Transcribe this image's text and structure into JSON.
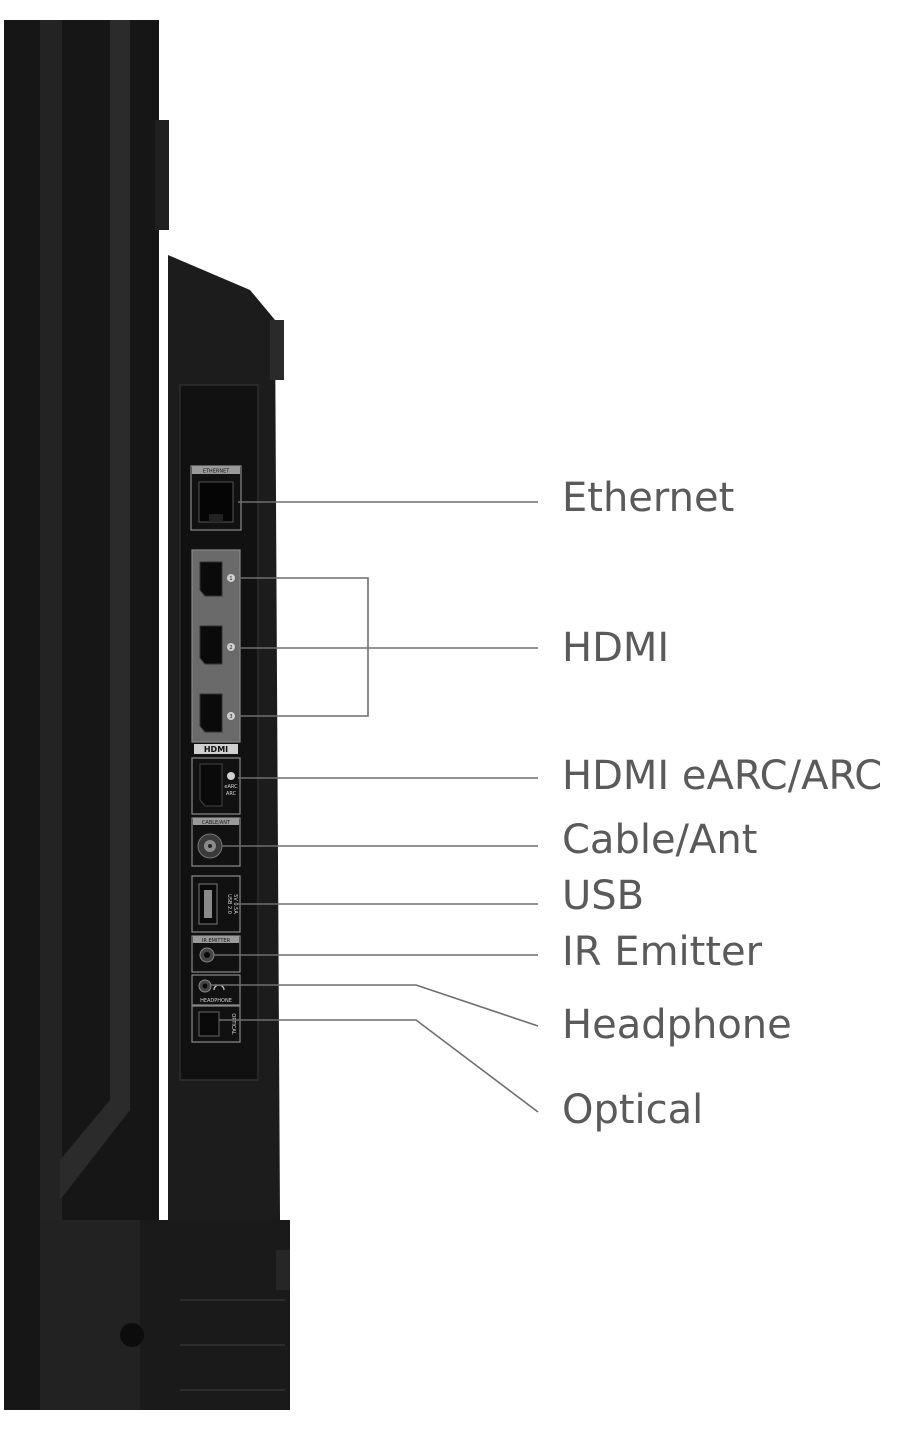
{
  "labels": {
    "ethernet": "Ethernet",
    "hdmi": "HDMI",
    "hdmi_earc": "HDMI eARC/ARC",
    "cable_ant": "Cable/Ant",
    "usb": "USB",
    "ir_emitter": "IR Emitter",
    "headphone": "Headphone",
    "optical": "Optical"
  },
  "panel_text": {
    "ethernet": "ETHERNET",
    "hdmi_logo": "HDMI",
    "earc": "eARC",
    "arc": "ARC",
    "cable_ant": "CABLE/ANT",
    "usb": "USB 2.0",
    "usb_power": "5V 0.5A",
    "ir_emitter": "IR EMITTER",
    "headphone": "HEADPHONE",
    "optical": "OPTICAL",
    "port_1": "1",
    "port_2": "2",
    "port_3": "3"
  },
  "colors": {
    "background": "#ffffff",
    "tv_body": "#1b1b1b",
    "tv_edge": "#2e2e2e",
    "callout_line": "#6e6e6e",
    "label_text": "#5a5a5a"
  }
}
